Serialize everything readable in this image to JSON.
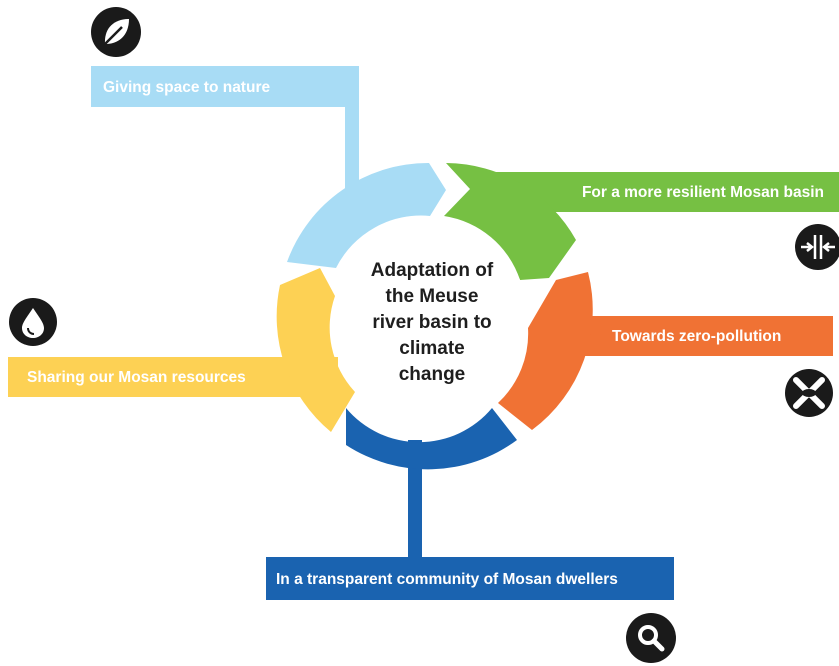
{
  "center_title": {
    "line1": "Adaptation of",
    "line2": "the Meuse",
    "line3": "river basin to",
    "line4": "climate",
    "line5": "change"
  },
  "segments": {
    "nature": {
      "label": "Giving space to nature",
      "color": "#a8dcf5",
      "icon": "leaf-icon"
    },
    "resilient": {
      "label": "For a more resilient Mosan basin",
      "color": "#76c043",
      "icon": "compress-arrows-icon"
    },
    "pollution": {
      "label": "Towards zero-pollution",
      "color": "#f07234",
      "icon": "no-pollution-icon"
    },
    "community": {
      "label": "In a transparent community of Mosan dwellers",
      "color": "#1a63b0",
      "icon": "magnifier-icon"
    },
    "resources": {
      "label": "Sharing our Mosan resources",
      "color": "#fdd154",
      "icon": "water-drop-icon"
    }
  }
}
